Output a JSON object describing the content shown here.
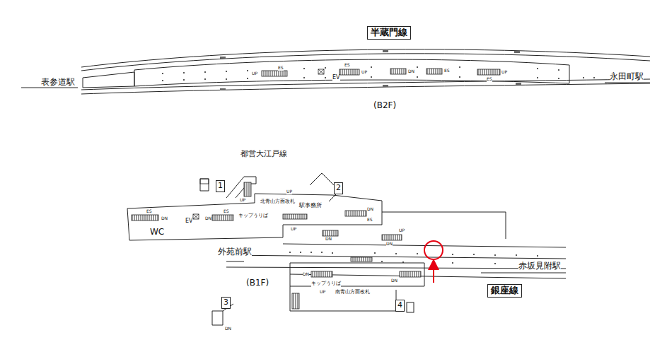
{
  "diagram": {
    "nodes": [
      {
        "text": [
          "半蔵門線"
        ]
      },
      {
        "text": [
          "1"
        ]
      },
      {
        "text": [
          "2"
        ]
      },
      {
        "text": [
          "3"
        ]
      },
      {
        "text": [
          "4"
        ]
      },
      {
        "text": [
          "銀座線"
        ]
      }
    ],
    "labels": [
      "表参道駅",
      "永田町駅",
      "(B2F)",
      "都営大江戸線",
      "北青山方面改札",
      "駅事務所",
      "キップうりば",
      "WC",
      "外苑前駅",
      "(B1F)",
      "赤坂見附駅",
      "キップうりば",
      "南青山方面改札",
      "EV",
      "EV",
      "UP",
      "ES",
      "ES",
      "UP",
      "DN",
      "ES",
      "UP",
      "ES",
      "ES",
      "DN",
      "ES",
      "DN",
      "DN",
      "ES",
      "UP",
      "DN",
      "UP",
      "DN",
      "DN",
      "UP",
      "DN",
      "DN",
      "UP",
      "UP"
    ]
  }
}
